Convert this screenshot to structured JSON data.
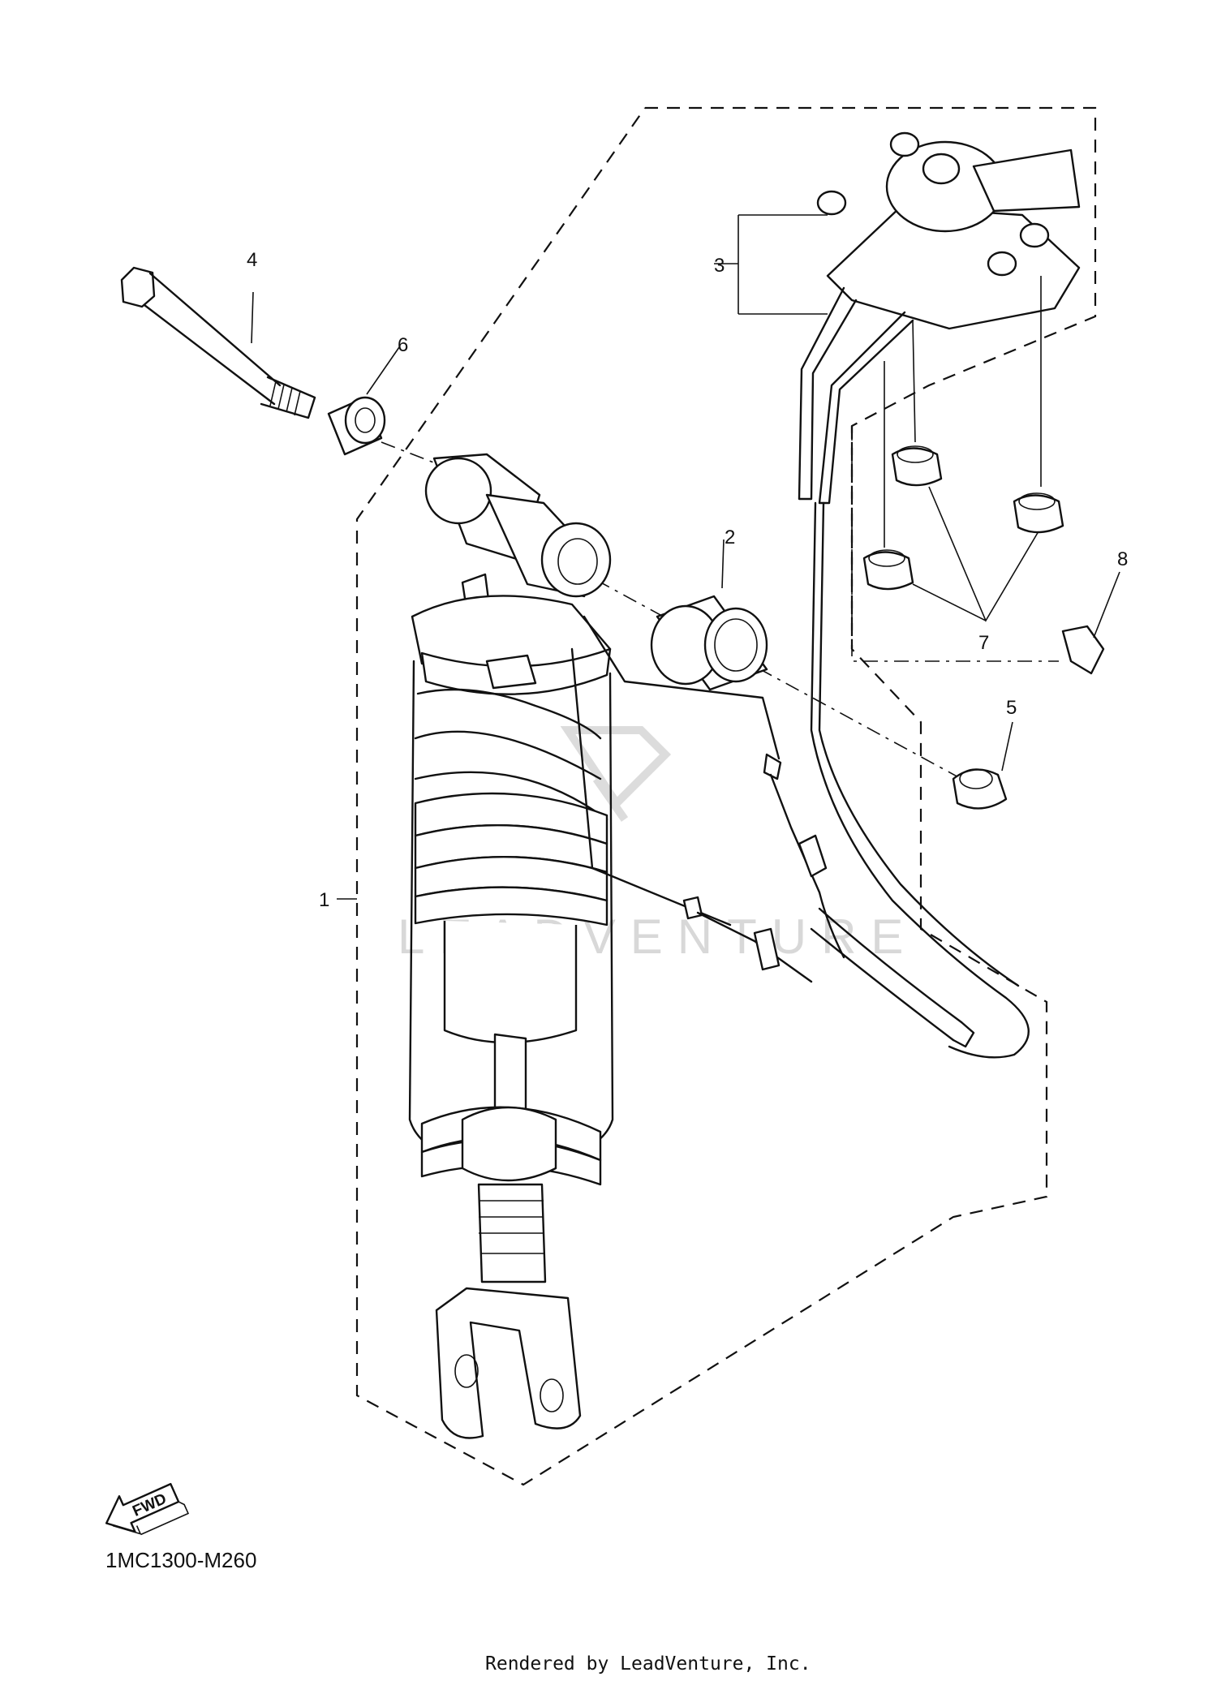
{
  "diagram": {
    "callouts": [
      "1",
      "2",
      "3",
      "4",
      "5",
      "6",
      "7",
      "8"
    ],
    "fwd_label": "FWD",
    "part_code": "1MC1300-M260",
    "watermark": "LEADVENTURE",
    "footer": "Rendered by LeadVenture, Inc."
  }
}
